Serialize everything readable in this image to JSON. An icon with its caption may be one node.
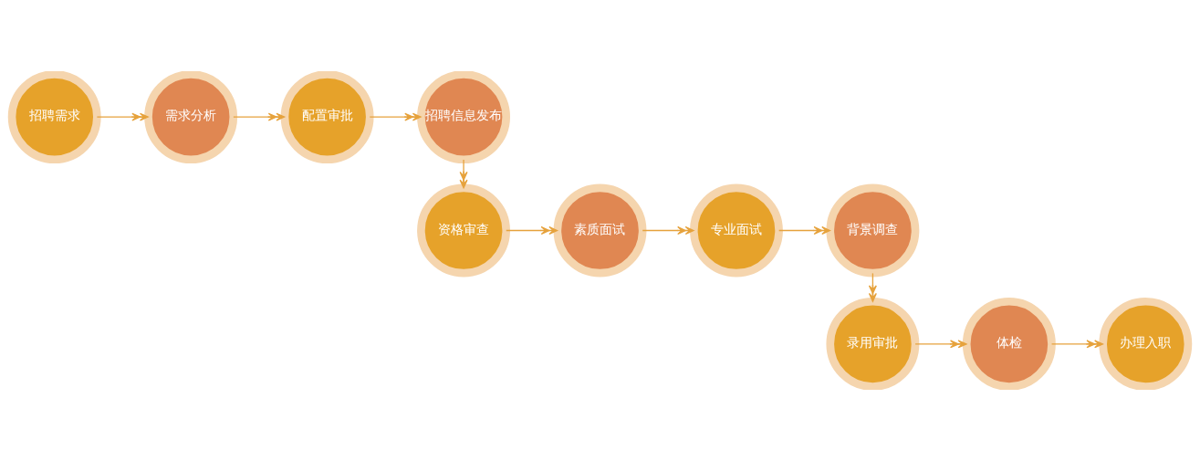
{
  "diagram": {
    "nodes": [
      {
        "text": [
          "招聘需求"
        ]
      },
      {
        "text": [
          "需求分析"
        ]
      },
      {
        "text": [
          "配置审批"
        ]
      },
      {
        "text": [
          "招聘信息发布"
        ]
      },
      {
        "text": [
          "资格审查"
        ]
      },
      {
        "text": [
          "素质面试"
        ]
      },
      {
        "text": [
          "专业面试"
        ]
      },
      {
        "text": [
          "背景调查"
        ]
      },
      {
        "text": [
          "录用审批"
        ]
      },
      {
        "text": [
          "体检"
        ]
      },
      {
        "text": [
          "办理入职"
        ]
      }
    ],
    "edges": [
      {
        "from": 0,
        "to": 1,
        "arrow": "to"
      },
      {
        "from": 1,
        "to": 2,
        "arrow": "to"
      },
      {
        "from": 2,
        "to": 3,
        "arrow": "to"
      },
      {
        "from": 3,
        "to": 4,
        "arrow": "to"
      },
      {
        "from": 4,
        "to": 5,
        "arrow": "to"
      },
      {
        "from": 5,
        "to": 6,
        "arrow": "to"
      },
      {
        "from": 6,
        "to": 7,
        "arrow": "to"
      },
      {
        "from": 7,
        "to": 8,
        "arrow": "to"
      },
      {
        "from": 8,
        "to": 9,
        "arrow": "to"
      },
      {
        "from": 9,
        "to": 10,
        "arrow": "to"
      }
    ]
  }
}
